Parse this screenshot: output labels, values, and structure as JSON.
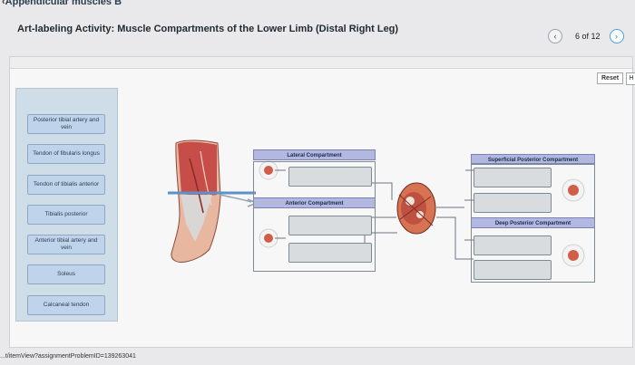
{
  "header": {
    "back_label": "‹Appendicular muscles B",
    "title": "Art-labeling Activity: Muscle Compartments of the Lower Limb (Distal Right Leg)",
    "pager_text": "6 of 12"
  },
  "toolbar": {
    "reset_label": "Reset",
    "help_label": "H"
  },
  "labels": [
    "Posterior tibial artery and vein",
    "Tendon of fibularis longus",
    "Tendon of tibialis anterior",
    "Tibialis posterior",
    "Anterior tibial artery and vein",
    "Soleus",
    "Calcaneal tendon"
  ],
  "compartments": {
    "lateral": "Lateral Compartment",
    "anterior": "Anterior Compartment",
    "superficial_posterior": "Superficial Posterior Compartment",
    "deep_posterior": "Deep Posterior Compartment"
  },
  "status_url": "...t/itemView?assignmentProblemID=139263041",
  "icons": {
    "prev": "chevron-left-icon",
    "next": "chevron-right-icon"
  },
  "colors": {
    "accent": "#4aa1d8",
    "header_fill": "#b3b8e0",
    "labels_panel": "#cfdde8"
  }
}
